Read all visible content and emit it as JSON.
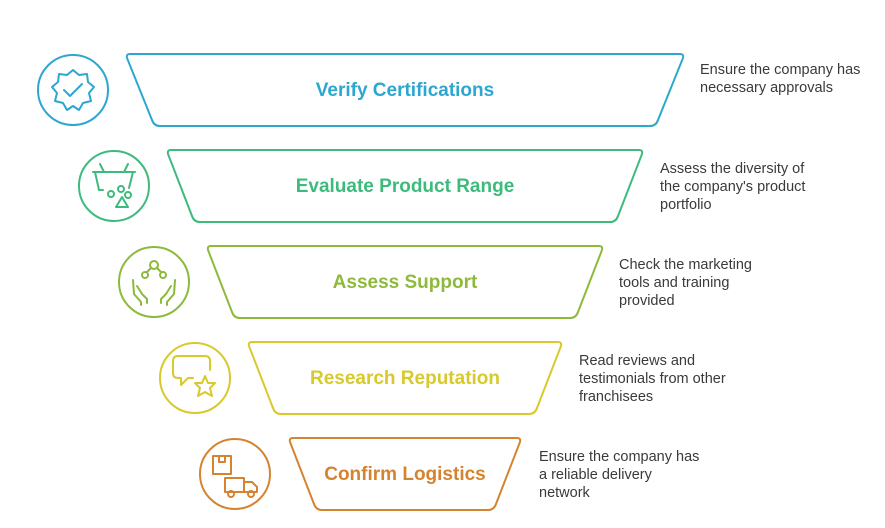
{
  "stages": [
    {
      "title": "Verify Certifications",
      "description": [
        "Ensure the company has",
        "necessary approvals"
      ],
      "color": "#2ca7cf",
      "icon": "certified-badge-icon"
    },
    {
      "title": "Evaluate Product Range",
      "description": [
        "Assess the diversity of",
        "the company's product",
        "portfolio"
      ],
      "color": "#3dbb7c",
      "icon": "product-basket-icon"
    },
    {
      "title": "Assess Support",
      "description": [
        "Check the marketing",
        "tools and training",
        "provided"
      ],
      "color": "#8dba3a",
      "icon": "support-hands-icon"
    },
    {
      "title": "Research Reputation",
      "description": [
        "Read reviews and",
        "testimonials from other",
        "franchisees"
      ],
      "color": "#d8c92c",
      "icon": "review-star-icon"
    },
    {
      "title": "Confirm Logistics",
      "description": [
        "Ensure the company has",
        "a reliable delivery",
        "network"
      ],
      "color": "#d5832f",
      "icon": "delivery-truck-icon"
    }
  ]
}
